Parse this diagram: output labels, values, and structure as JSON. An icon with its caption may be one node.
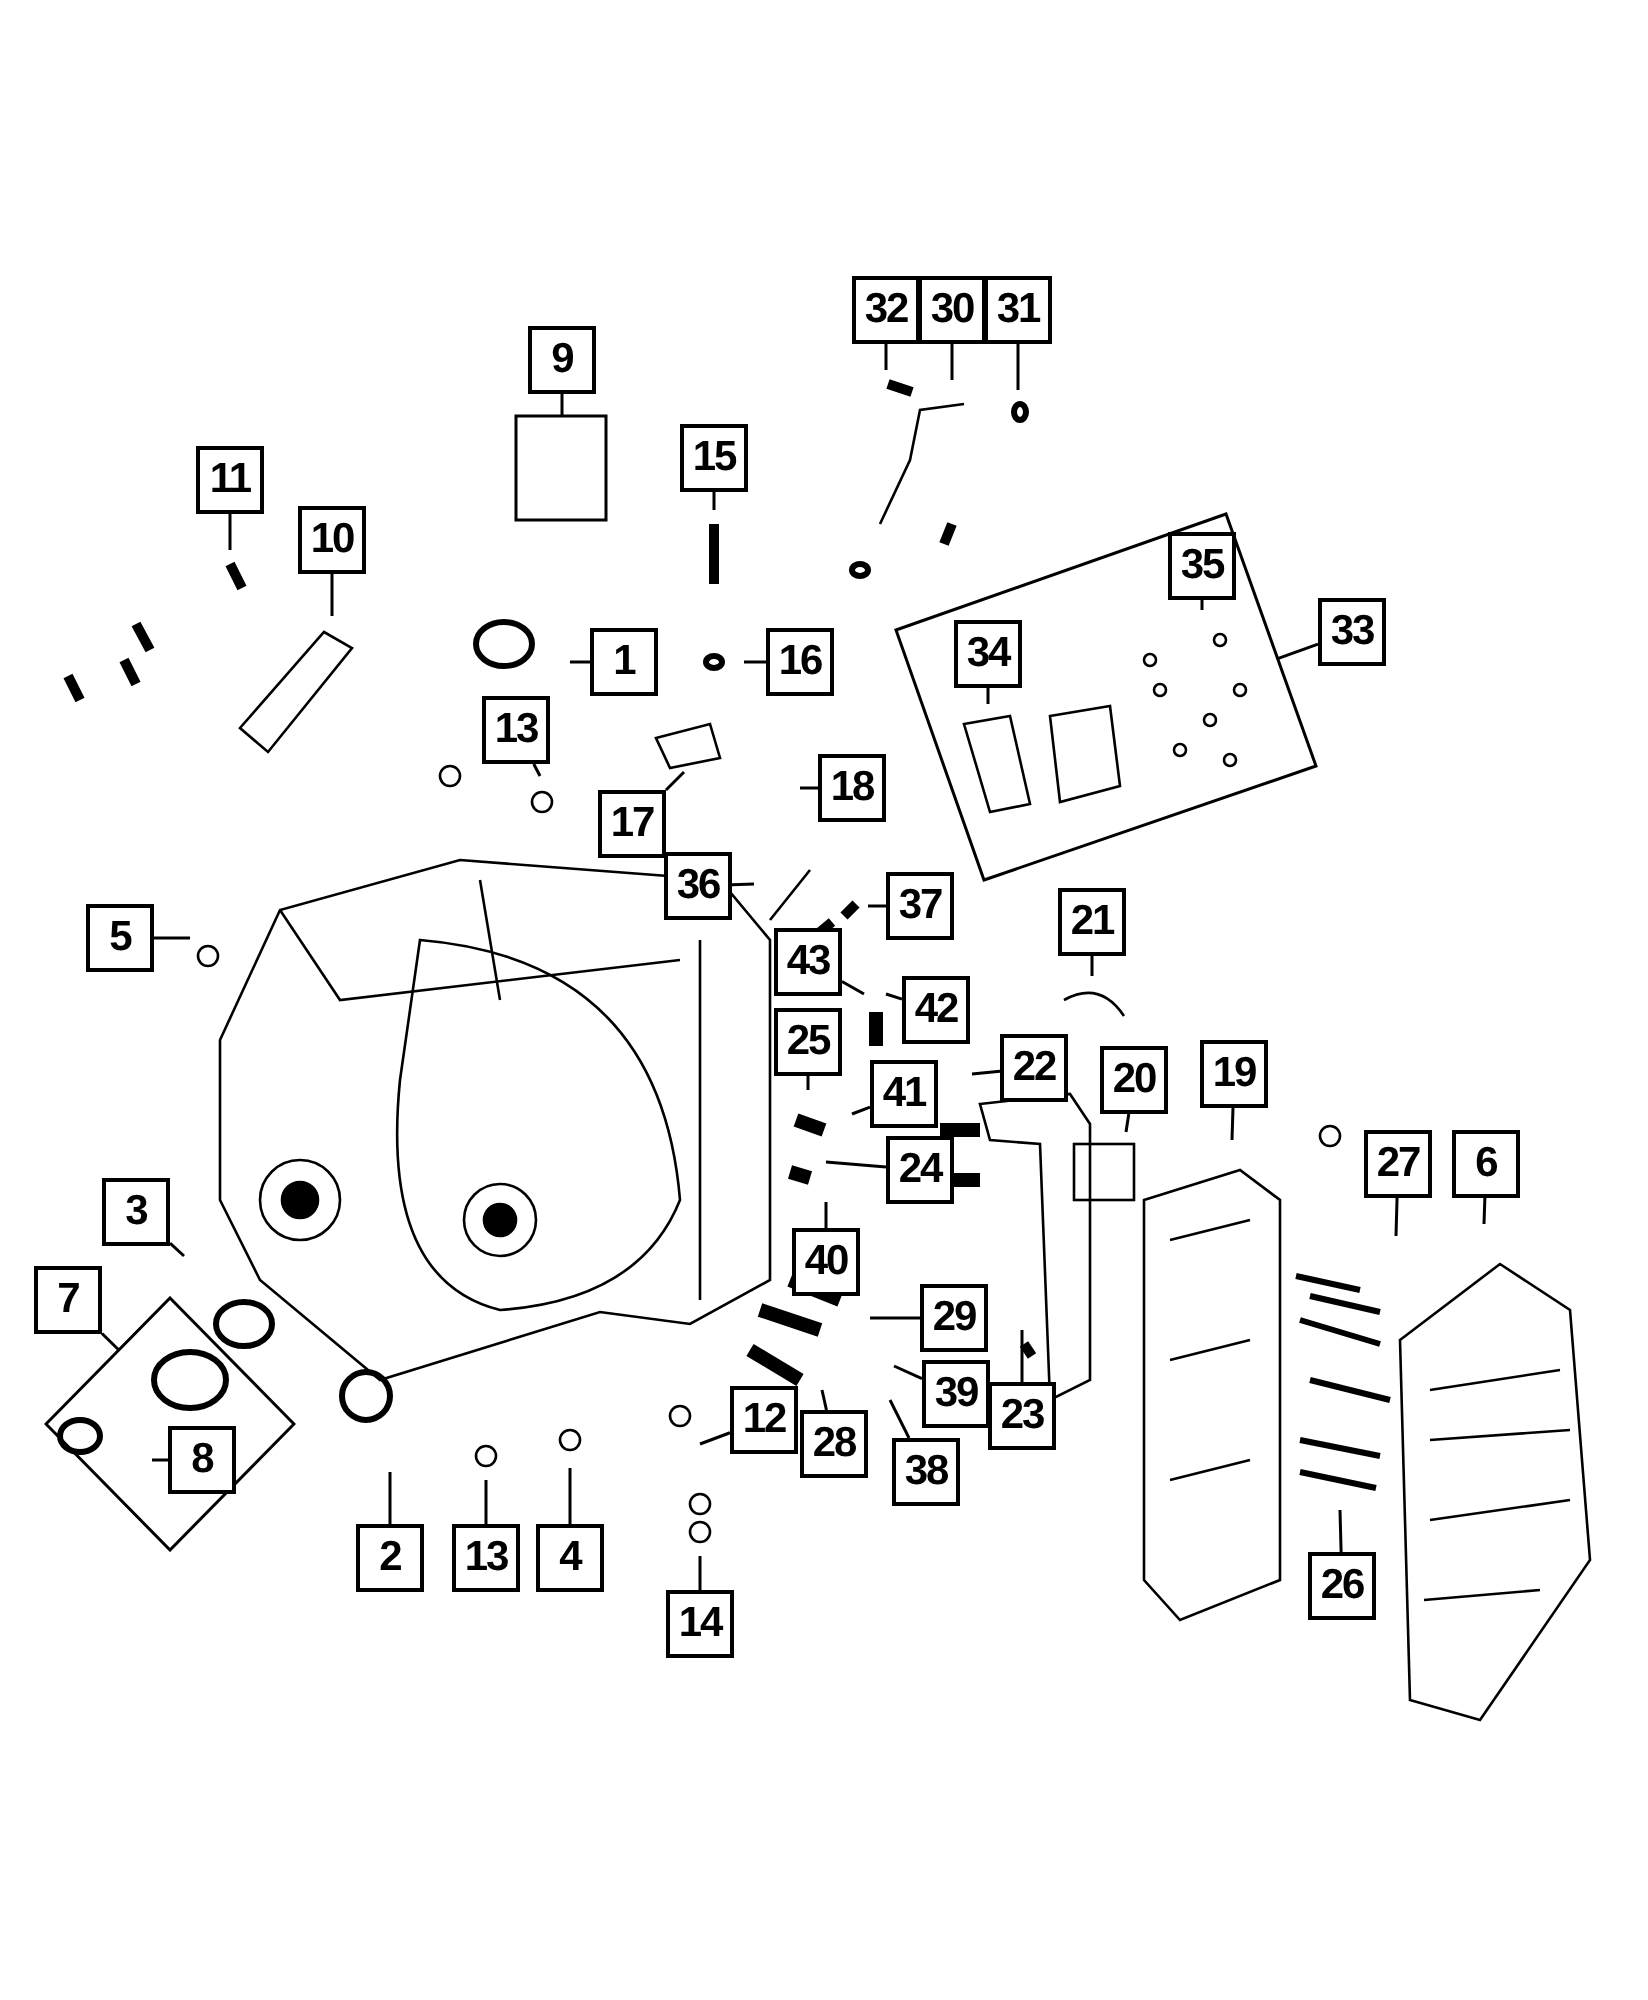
{
  "diagram": {
    "nodes": [
      {
        "text": [
          "32"
        ]
      },
      {
        "text": [
          "30"
        ]
      },
      {
        "text": [
          "31"
        ]
      },
      {
        "text": [
          "9"
        ]
      },
      {
        "text": [],
        "shape": "box"
      },
      {
        "text": [
          "15"
        ]
      },
      {
        "text": [
          "11"
        ]
      },
      {
        "text": [
          "10"
        ]
      },
      {
        "text": [],
        "shape": "box"
      },
      {
        "text": [
          "35"
        ],
        "in": 8
      },
      {
        "text": [
          "34"
        ],
        "in": 8
      },
      {
        "text": [
          "33"
        ]
      },
      {
        "text": [
          "1"
        ]
      },
      {
        "text": [
          "16"
        ]
      },
      {
        "text": [
          "13"
        ]
      },
      {
        "text": [
          "18"
        ]
      },
      {
        "text": [
          "17"
        ]
      },
      {
        "text": [
          "36"
        ]
      },
      {
        "text": [
          "37"
        ]
      },
      {
        "text": [
          "5"
        ]
      },
      {
        "text": [
          "21"
        ]
      },
      {
        "text": [
          "43"
        ]
      },
      {
        "text": [
          "42"
        ]
      },
      {
        "text": [
          "25"
        ]
      },
      {
        "text": [
          "22"
        ]
      },
      {
        "text": [
          "20"
        ]
      },
      {
        "text": [
          "19"
        ]
      },
      {
        "text": [
          "41"
        ]
      },
      {
        "text": [
          "24"
        ]
      },
      {
        "text": [
          "27"
        ]
      },
      {
        "text": [
          "6"
        ]
      },
      {
        "text": [
          "3"
        ]
      },
      {
        "text": [],
        "shape": "diamond"
      },
      {
        "text": [
          "8"
        ],
        "in": 32
      },
      {
        "text": [
          "7"
        ]
      },
      {
        "text": [
          "40"
        ]
      },
      {
        "text": [
          "29"
        ]
      },
      {
        "text": [
          "39"
        ]
      },
      {
        "text": [
          "12"
        ]
      },
      {
        "text": [
          "23"
        ]
      },
      {
        "text": [
          "28"
        ]
      },
      {
        "text": [
          "38"
        ]
      },
      {
        "text": [
          "2"
        ]
      },
      {
        "text": [
          "13"
        ]
      },
      {
        "text": [
          "4"
        ]
      },
      {
        "text": [
          "14"
        ]
      },
      {
        "text": [
          "26"
        ]
      }
    ],
    "edges": [
      {
        "from": 0,
        "to": null,
        "arrow": "none"
      },
      {
        "from": 1,
        "to": null,
        "arrow": "none"
      },
      {
        "from": 2,
        "to": null,
        "arrow": "none"
      },
      {
        "from": 3,
        "to": 4,
        "arrow": "none"
      },
      {
        "from": 5,
        "to": null,
        "arrow": "none"
      },
      {
        "from": 6,
        "to": null,
        "arrow": "none"
      },
      {
        "from": 7,
        "to": null,
        "arrow": "none"
      },
      {
        "from": 9,
        "to": null,
        "arrow": "none"
      },
      {
        "from": 10,
        "to": null,
        "arrow": "none"
      },
      {
        "from": 11,
        "to": 8,
        "arrow": "none"
      },
      {
        "from": 12,
        "to": null,
        "arrow": "none"
      },
      {
        "from": 13,
        "to": null,
        "arrow": "none"
      },
      {
        "from": 14,
        "to": null,
        "arrow": "none"
      },
      {
        "from": 15,
        "to": null,
        "arrow": "none"
      },
      {
        "from": 16,
        "to": null,
        "arrow": "none"
      },
      {
        "from": 17,
        "to": null,
        "arrow": "none"
      },
      {
        "from": 18,
        "to": null,
        "arrow": "none"
      },
      {
        "from": 19,
        "to": null,
        "arrow": "none"
      },
      {
        "from": 20,
        "to": null,
        "arrow": "none"
      },
      {
        "from": 21,
        "to": null,
        "arrow": "none"
      },
      {
        "from": 22,
        "to": null,
        "arrow": "none"
      },
      {
        "from": 23,
        "to": null,
        "arrow": "none"
      },
      {
        "from": 24,
        "to": null,
        "arrow": "none"
      },
      {
        "from": 25,
        "to": null,
        "arrow": "none"
      },
      {
        "from": 26,
        "to": null,
        "arrow": "none"
      },
      {
        "from": 27,
        "to": null,
        "arrow": "none"
      },
      {
        "from": 28,
        "to": null,
        "arrow": "none"
      },
      {
        "from": 29,
        "to": null,
        "arrow": "none"
      },
      {
        "from": 30,
        "to": null,
        "arrow": "none"
      },
      {
        "from": 31,
        "to": null,
        "arrow": "none"
      },
      {
        "from": 33,
        "to": null,
        "arrow": "none"
      },
      {
        "from": 34,
        "to": 32,
        "arrow": "none"
      },
      {
        "from": 35,
        "to": null,
        "arrow": "none"
      },
      {
        "from": 36,
        "to": null,
        "arrow": "none"
      },
      {
        "from": 37,
        "to": null,
        "arrow": "none"
      },
      {
        "from": 38,
        "to": null,
        "arrow": "none"
      },
      {
        "from": 39,
        "to": null,
        "arrow": "none"
      },
      {
        "from": 40,
        "to": null,
        "arrow": "none"
      },
      {
        "from": 41,
        "to": null,
        "arrow": "none"
      },
      {
        "from": 42,
        "to": null,
        "arrow": "none"
      },
      {
        "from": 43,
        "to": null,
        "arrow": "none"
      },
      {
        "from": 44,
        "to": null,
        "arrow": "none"
      },
      {
        "from": 45,
        "to": null,
        "arrow": "none"
      },
      {
        "from": 46,
        "to": null,
        "arrow": "none"
      }
    ]
  }
}
